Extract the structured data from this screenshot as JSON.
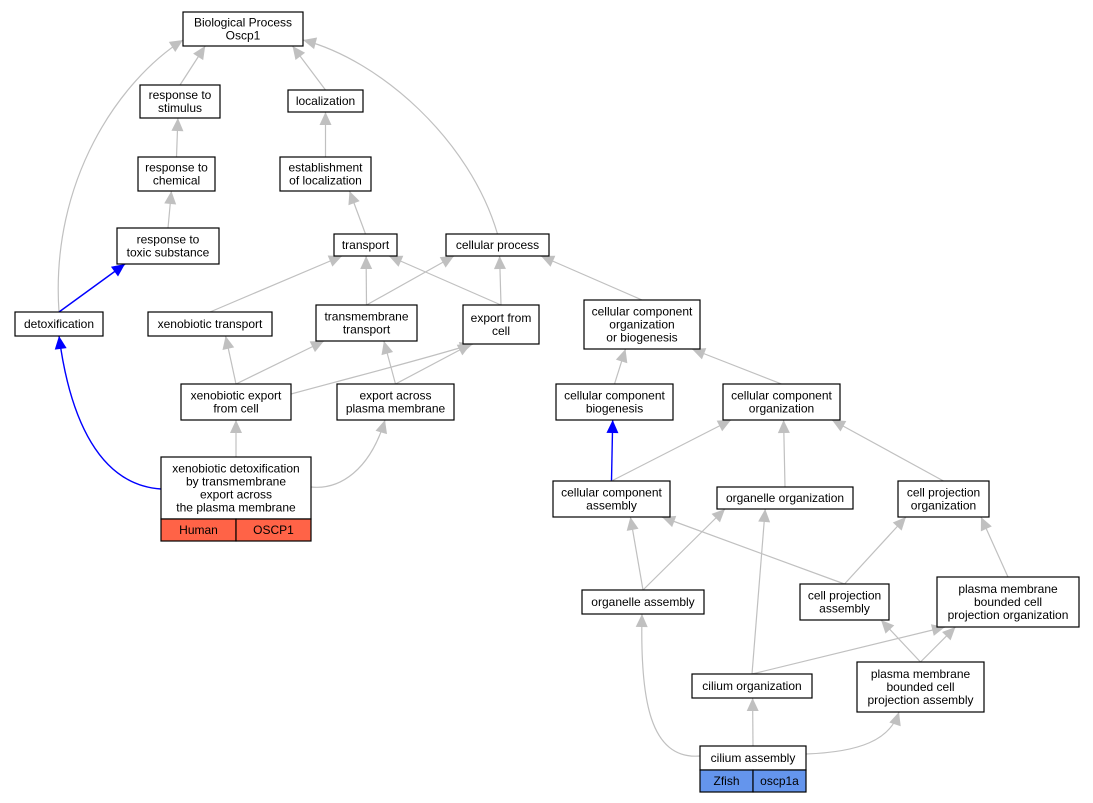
{
  "nodes": [
    {
      "id": "bp",
      "lines": [
        "Biological Process",
        "Oscp1"
      ]
    },
    {
      "id": "rstim",
      "lines": [
        "response to",
        "stimulus"
      ]
    },
    {
      "id": "loc",
      "lines": [
        "localization"
      ]
    },
    {
      "id": "rchem",
      "lines": [
        "response to",
        "chemical"
      ]
    },
    {
      "id": "estloc",
      "lines": [
        "establishment",
        "of localization"
      ]
    },
    {
      "id": "rtox",
      "lines": [
        "response to",
        "toxic substance"
      ]
    },
    {
      "id": "transport",
      "lines": [
        "transport"
      ]
    },
    {
      "id": "cellproc",
      "lines": [
        "cellular process"
      ]
    },
    {
      "id": "detox",
      "lines": [
        "detoxification"
      ]
    },
    {
      "id": "xtrans",
      "lines": [
        "xenobiotic transport"
      ]
    },
    {
      "id": "tmtrans",
      "lines": [
        "transmembrane",
        "transport"
      ]
    },
    {
      "id": "exportcell",
      "lines": [
        "export from",
        "cell"
      ]
    },
    {
      "id": "ccob",
      "lines": [
        "cellular component",
        "organization",
        "or biogenesis"
      ]
    },
    {
      "id": "xexport",
      "lines": [
        "xenobiotic export",
        "from cell"
      ]
    },
    {
      "id": "exportpm",
      "lines": [
        "export across",
        "plasma membrane"
      ]
    },
    {
      "id": "ccbio",
      "lines": [
        "cellular component",
        "biogenesis"
      ]
    },
    {
      "id": "ccorg",
      "lines": [
        "cellular component",
        "organization"
      ]
    },
    {
      "id": "xdetox",
      "lines": [
        "xenobiotic detoxification",
        "by transmembrane",
        "export across",
        "the plasma membrane"
      ]
    },
    {
      "id": "ccasm",
      "lines": [
        "cellular component",
        "assembly"
      ]
    },
    {
      "id": "orgorg",
      "lines": [
        "organelle organization"
      ]
    },
    {
      "id": "cporg",
      "lines": [
        "cell projection",
        "organization"
      ]
    },
    {
      "id": "orgasm",
      "lines": [
        "organelle assembly"
      ]
    },
    {
      "id": "cpasm",
      "lines": [
        "cell projection",
        "assembly"
      ]
    },
    {
      "id": "pmbcporg",
      "lines": [
        "plasma membrane",
        "bounded cell",
        "projection organization"
      ]
    },
    {
      "id": "ciliumorg",
      "lines": [
        "cilium organization"
      ]
    },
    {
      "id": "pmbcpasm",
      "lines": [
        "plasma membrane",
        "bounded cell",
        "projection assembly"
      ]
    },
    {
      "id": "ciliumasm",
      "lines": [
        "cilium assembly"
      ]
    }
  ],
  "annotations": [
    {
      "node": "xdetox",
      "cells": [
        "Human",
        "OSCP1"
      ],
      "color": "#ff6347"
    },
    {
      "node": "ciliumasm",
      "cells": [
        "Zfish",
        "oscp1a"
      ],
      "color": "#6495ed"
    }
  ],
  "edges": [
    {
      "from": "rstim",
      "to": "bp"
    },
    {
      "from": "loc",
      "to": "bp"
    },
    {
      "from": "detox",
      "to": "bp"
    },
    {
      "from": "cellproc",
      "to": "bp"
    },
    {
      "from": "rchem",
      "to": "rstim"
    },
    {
      "from": "estloc",
      "to": "loc"
    },
    {
      "from": "rtox",
      "to": "rchem"
    },
    {
      "from": "transport",
      "to": "estloc"
    },
    {
      "from": "detox",
      "to": "rtox",
      "color": "blue"
    },
    {
      "from": "xtrans",
      "to": "transport"
    },
    {
      "from": "tmtrans",
      "to": "transport"
    },
    {
      "from": "exportcell",
      "to": "transport"
    },
    {
      "from": "tmtrans",
      "to": "cellproc"
    },
    {
      "from": "exportcell",
      "to": "cellproc"
    },
    {
      "from": "ccob",
      "to": "cellproc"
    },
    {
      "from": "xexport",
      "to": "xtrans"
    },
    {
      "from": "xexport",
      "to": "tmtrans"
    },
    {
      "from": "xexport",
      "to": "exportcell"
    },
    {
      "from": "exportpm",
      "to": "tmtrans"
    },
    {
      "from": "exportpm",
      "to": "exportcell"
    },
    {
      "from": "xdetox",
      "to": "xexport"
    },
    {
      "from": "xdetox",
      "to": "exportpm"
    },
    {
      "from": "xdetox",
      "to": "detox",
      "color": "blue"
    },
    {
      "from": "ccbio",
      "to": "ccob"
    },
    {
      "from": "ccorg",
      "to": "ccob"
    },
    {
      "from": "ccasm",
      "to": "ccbio",
      "color": "blue"
    },
    {
      "from": "ccasm",
      "to": "ccorg"
    },
    {
      "from": "orgorg",
      "to": "ccorg"
    },
    {
      "from": "cporg",
      "to": "ccorg"
    },
    {
      "from": "orgasm",
      "to": "ccasm"
    },
    {
      "from": "orgasm",
      "to": "orgorg"
    },
    {
      "from": "cpasm",
      "to": "ccasm"
    },
    {
      "from": "cpasm",
      "to": "cporg"
    },
    {
      "from": "pmbcporg",
      "to": "cporg"
    },
    {
      "from": "ciliumorg",
      "to": "orgorg"
    },
    {
      "from": "ciliumorg",
      "to": "pmbcporg"
    },
    {
      "from": "pmbcpasm",
      "to": "cpasm"
    },
    {
      "from": "pmbcpasm",
      "to": "pmbcporg"
    },
    {
      "from": "ciliumasm",
      "to": "ciliumorg"
    },
    {
      "from": "ciliumasm",
      "to": "orgasm"
    },
    {
      "from": "ciliumasm",
      "to": "pmbcpasm"
    }
  ]
}
